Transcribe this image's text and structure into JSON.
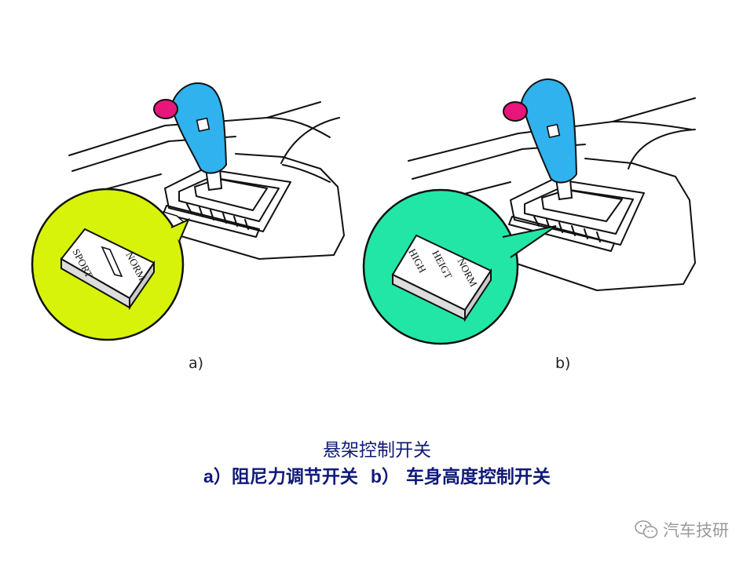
{
  "figure": {
    "panel_a": {
      "label": "a)",
      "switch_labels": [
        "SPORT",
        "NORM"
      ],
      "inset_color": "#d7f30a"
    },
    "panel_b": {
      "label": "b)",
      "switch_labels": [
        "HIGH",
        "HEIGT",
        "NORM"
      ],
      "inset_color": "#22e6a6"
    },
    "lever_color": "#2fb2ee",
    "knob_button_color": "#e8157a"
  },
  "caption": {
    "title": "悬架控制开关",
    "line2_a": "a",
    "line2_a_text": "）阻尼力调节开关",
    "line2_b": "b",
    "line2_b_text": "） 车身高度控制开关"
  },
  "watermark": {
    "text": "汽车技研",
    "icon": "wechat-icon"
  }
}
